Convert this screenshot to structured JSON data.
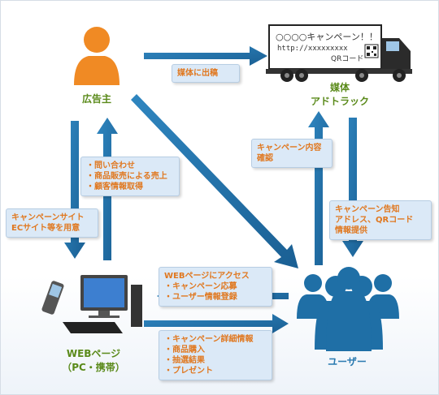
{
  "actors": {
    "advertiser": "広告主",
    "media": [
      "媒体",
      "アドトラック"
    ],
    "webpage": [
      "WEBページ",
      "（PC・携帯）"
    ],
    "users": "ユーザー"
  },
  "truck": {
    "headline": "○○○○キャンペーン！！",
    "url": "http://xxxxxxxxx",
    "qr_label": "QRコード"
  },
  "flows": {
    "advertiser_to_media": [
      "媒体に出稿"
    ],
    "media_to_user": [
      "キャンペーン告知",
      "アドレス、QRコード",
      "情報提供"
    ],
    "user_to_media": [
      "キャンペーン内容",
      "確認"
    ],
    "web_to_advertiser": [
      "・問い合わせ",
      "・商品販売による売上",
      "・顧客情報取得"
    ],
    "advertiser_to_web": [
      "キャンペーンサイト",
      "ECサイト等を用意"
    ],
    "user_to_web": [
      "WEBページにアクセス",
      "・キャンペーン応募",
      "・ユーザー情報登録"
    ],
    "web_to_user": [
      "・キャンペーン詳細情報",
      "・商品購入",
      "・抽選結果",
      "・プレゼント"
    ]
  },
  "colors": {
    "arrow": "#1f6fa6",
    "accent_orange": "#f08a24",
    "label_green": "#5a8a1a",
    "box_fill": "#dbe9f7",
    "user_blue": "#1f6fa6"
  }
}
